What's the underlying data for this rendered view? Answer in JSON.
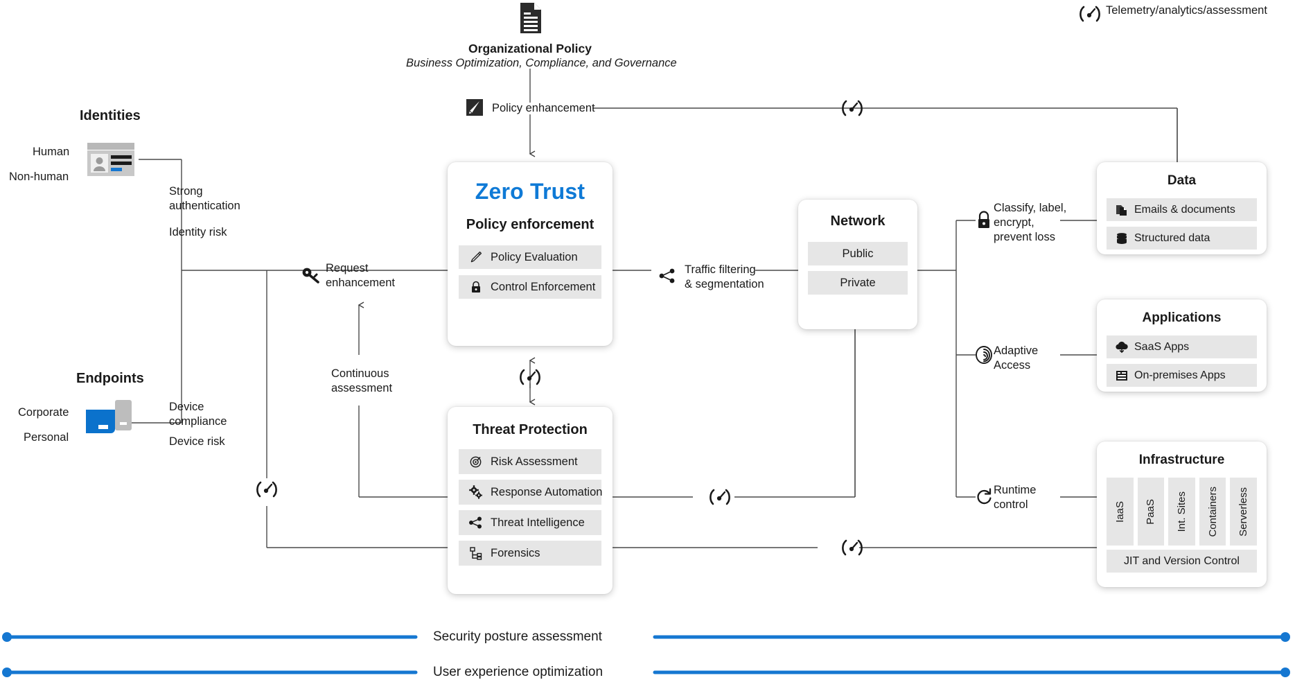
{
  "legend": {
    "icon": "gauge-icon",
    "label": "Telemetry/analytics/assessment"
  },
  "organizational_policy": {
    "icon": "document-icon",
    "title": "Organizational Policy",
    "subtitle": "Business Optimization, Compliance, and Governance"
  },
  "flow_labels": {
    "policy_enhancement": "Policy enhancement",
    "request_enhancement": "Request\nenhancement",
    "continuous_assessment": "Continuous\nassessment",
    "traffic_filtering": "Traffic filtering\n& segmentation",
    "classify": "Classify, label,\nencrypt,\nprevent loss",
    "adaptive_access": "Adaptive\nAccess",
    "runtime_control": "Runtime\ncontrol"
  },
  "flow_icons": {
    "policy_enhancement": "edit-pencil-icon",
    "request_enhancement": "key-icon",
    "traffic_filtering": "share-nodes-icon",
    "classify": "lock-icon",
    "adaptive_access": "fingerprint-icon",
    "runtime_control": "refresh-icon"
  },
  "identities": {
    "title": "Identities",
    "types": [
      "Human",
      "Non-human"
    ],
    "signals": [
      "Strong\nauthentication",
      "Identity risk"
    ],
    "icon": "id-badge-icon"
  },
  "endpoints": {
    "title": "Endpoints",
    "types": [
      "Corporate",
      "Personal"
    ],
    "signals": [
      "Device\ncompliance",
      "Device risk"
    ],
    "icon": "laptop-phone-icon"
  },
  "zero_trust": {
    "brand": "Zero Trust",
    "subtitle": "Policy enforcement",
    "items": [
      {
        "label": "Policy Evaluation",
        "icon": "pencil-icon"
      },
      {
        "label": "Control Enforcement",
        "icon": "padlock-icon"
      }
    ]
  },
  "threat_protection": {
    "title": "Threat Protection",
    "items": [
      {
        "label": "Risk Assessment",
        "icon": "target-icon"
      },
      {
        "label": "Response Automation",
        "icon": "gears-icon"
      },
      {
        "label": "Threat Intelligence",
        "icon": "share-nodes-icon"
      },
      {
        "label": "Forensics",
        "icon": "sitemap-icon"
      }
    ]
  },
  "network": {
    "title": "Network",
    "items": [
      {
        "label": "Public"
      },
      {
        "label": "Private"
      }
    ]
  },
  "data_panel": {
    "title": "Data",
    "items": [
      {
        "label": "Emails & documents",
        "icon": "documents-icon"
      },
      {
        "label": "Structured data",
        "icon": "database-icon"
      }
    ]
  },
  "applications_panel": {
    "title": "Applications",
    "items": [
      {
        "label": "SaaS Apps",
        "icon": "cloud-download-icon"
      },
      {
        "label": "On-premises Apps",
        "icon": "server-icon"
      }
    ]
  },
  "infrastructure_panel": {
    "title": "Infrastructure",
    "columns": [
      "IaaS",
      "PaaS",
      "Int. Sites",
      "Containers",
      "Serverless"
    ],
    "footer": "JIT and Version Control"
  },
  "bottom_bars": [
    {
      "label": "Security posture assessment"
    },
    {
      "label": "User experience optimization"
    }
  ],
  "colors": {
    "accent_blue": "#0f7ad6",
    "bar_blue": "#1577d1",
    "row_gray": "#e6e6e6",
    "line_gray": "#4a4a4a",
    "text": "#1a1a1a"
  }
}
